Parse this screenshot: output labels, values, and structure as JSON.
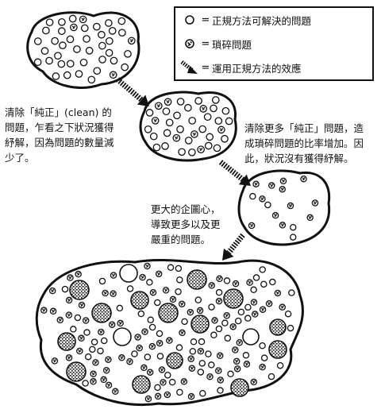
{
  "legend": {
    "equals": "=",
    "items": [
      {
        "symbol": "open-circle-icon",
        "label": "正規方法可解決的問題"
      },
      {
        "symbol": "dotted-circle-icon",
        "label": "瑣碎問題"
      },
      {
        "symbol": "dashed-arrow-icon",
        "label": "運用正規方法的效應"
      }
    ]
  },
  "annotations": {
    "left": [
      "清除「純正」(clean) 的",
      "問題，乍看之下狀況獲得",
      "紓解，因為問題的數量減",
      "少了。"
    ],
    "right": [
      "清除更多「純正」問題，造",
      "成瑣碎問題的比率增加。因",
      "此，狀況沒有獲得紓解。"
    ],
    "middle": [
      "更大的企圖心，",
      "導致更多以及更",
      "嚴重的問題。"
    ]
  },
  "colors": {
    "ink": "#111111",
    "background": "#ffffff"
  }
}
